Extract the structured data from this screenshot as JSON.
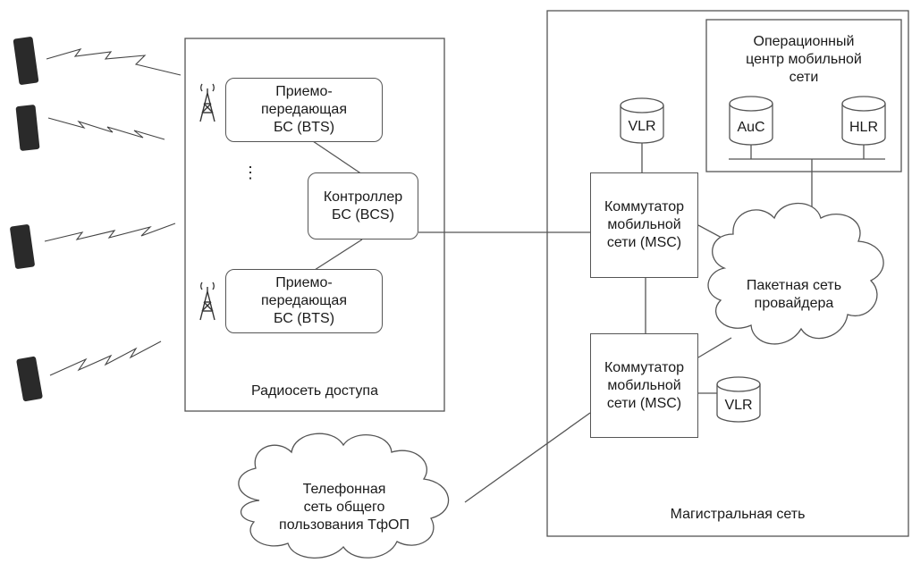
{
  "access_network": {
    "label": "Радиосеть доступа",
    "bts_top": "Приемо-\nпередающая\nБС (BTS)",
    "bts_bottom": "Приемо-\nпередающая\nБС (BTS)",
    "bsc": "Контроллер\nБС (BCS)",
    "ellipsis": "⋮"
  },
  "core_network": {
    "label": "Магистральная сеть",
    "msc_top": "Коммутатор\nмобильной\nсети (MSC)",
    "msc_bottom": "Коммутатор\nмобильной\nсети (MSC)",
    "vlr_top": "VLR",
    "vlr_bottom": "VLR",
    "packet_net": "Пакетная сеть\nпровайдера",
    "ops_center": {
      "title": "Операционный\nцентр мобильной\nсети",
      "auc": "AuC",
      "hlr": "HLR"
    }
  },
  "pstn": "Телефонная\nсеть общего\nпользования ТфОП",
  "colors": {
    "line": "#555555",
    "fill": "#ffffff",
    "phone": "#2a2a2a"
  }
}
